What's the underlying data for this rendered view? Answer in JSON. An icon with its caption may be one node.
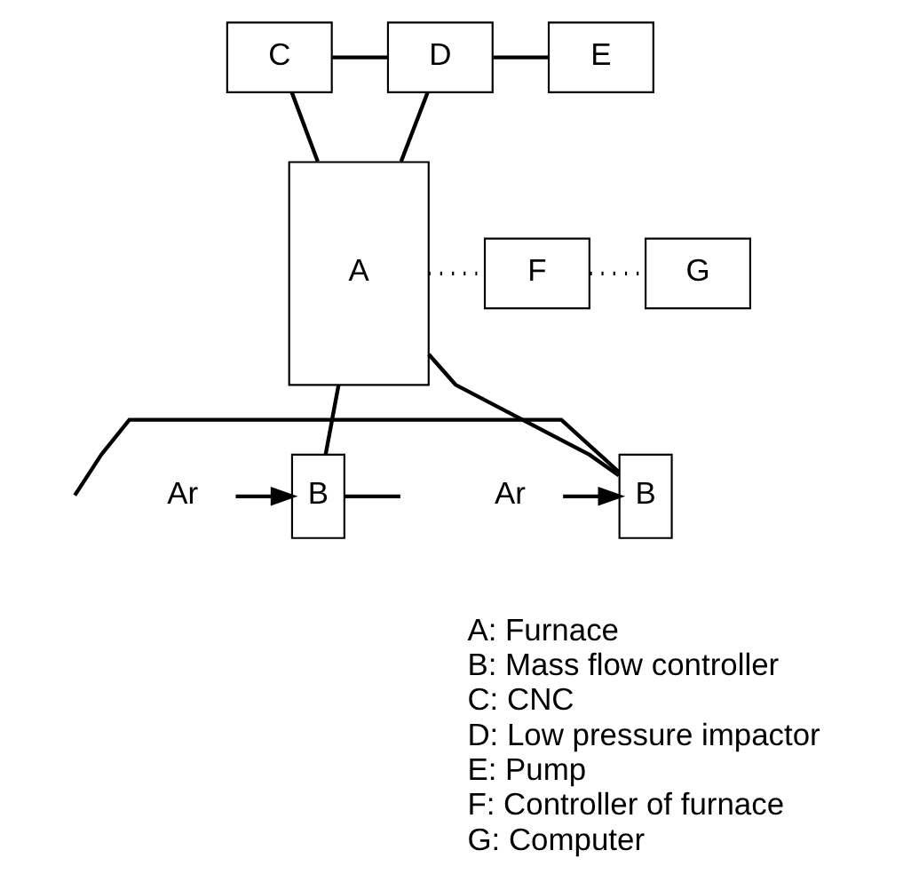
{
  "diagram": {
    "nodes": [
      {
        "text": [
          "C"
        ]
      },
      {
        "text": [
          "D"
        ]
      },
      {
        "text": [
          "E"
        ]
      },
      {
        "text": [
          "A"
        ]
      },
      {
        "text": [
          "F"
        ]
      },
      {
        "text": [
          "G"
        ]
      },
      {
        "text": [
          "Ar"
        ]
      },
      {
        "text": [
          "B"
        ]
      },
      {
        "text": [
          "B"
        ]
      },
      {
        "text": [
          "Ar"
        ]
      }
    ],
    "edges": [
      {
        "from": 3,
        "to": 1,
        "arrow": "none"
      },
      {
        "from": 0,
        "to": 3,
        "arrow": "none"
      },
      {
        "from": 0,
        "to": 1,
        "arrow": "none"
      },
      {
        "from": 1,
        "to": 2,
        "arrow": "none"
      },
      {
        "from": 3,
        "to": 4,
        "arrow": "none",
        "style": "dashed"
      },
      {
        "from": 4,
        "to": 5,
        "arrow": "none",
        "style": "dashed"
      },
      {
        "from": null,
        "to": 7,
        "arrow": "none"
      },
      {
        "from": 7,
        "to": 3,
        "arrow": "none"
      },
      {
        "from": 3,
        "to": 8,
        "arrow": "none"
      },
      {
        "from": 8,
        "to": null,
        "arrow": "none"
      },
      {
        "from": 6,
        "to": 7,
        "arrow": "to"
      },
      {
        "from": 9,
        "to": 8,
        "arrow": "to"
      }
    ],
    "labels": [
      "A: Furnace",
      "B: Mass flow controller",
      "C: CNC",
      "D: Low pressure impactor",
      "E: Pump",
      "F: Controller of furnace",
      "G: Computer"
    ]
  }
}
